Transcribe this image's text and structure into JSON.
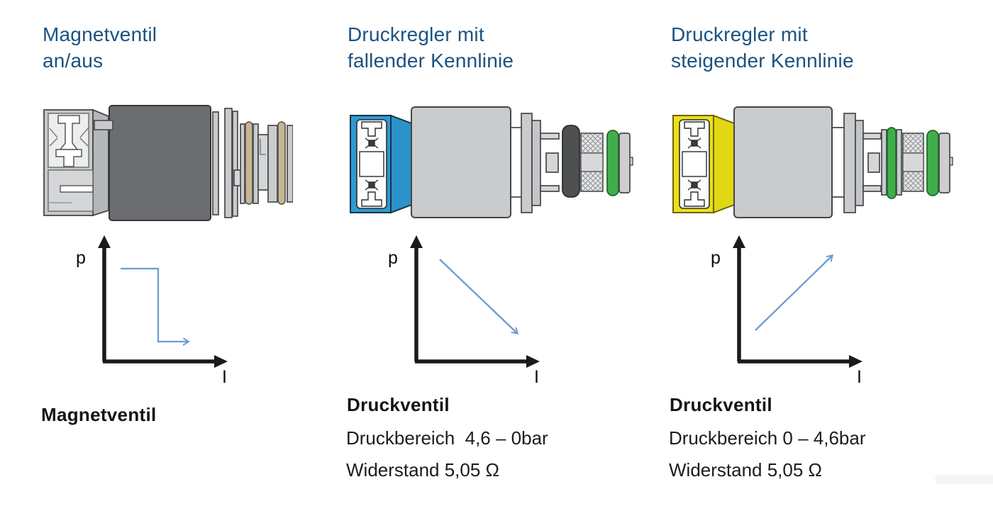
{
  "colors": {
    "title_blue": "#1b5280",
    "body_text": "#1c1c1c",
    "axis_black": "#1a1a1a",
    "curve_blue": "#6d9bd3",
    "valve_dark_gray": "#6b6d70",
    "valve_light_gray": "#c9cbcd",
    "connector_blue": "#2e9ad2",
    "connector_yellow": "#ece017",
    "seal_tan": "#c6b695",
    "seal_green": "#3fae49",
    "seal_dark_gray": "#4d4f51"
  },
  "columns": [
    {
      "title_line1": "Magnetventil",
      "title_line2": "an/aus",
      "valve_type": "on-off-solenoid-valve",
      "graph": {
        "ylabel": "p",
        "xlabel": "I",
        "curve": "step-down-with-arrow"
      },
      "caption_heading": "Magnetventil"
    },
    {
      "title_line1": "Druckregler mit",
      "title_line2": "fallender Kennlinie",
      "valve_type": "pressure-regulator-falling-characteristic",
      "graph": {
        "ylabel": "p",
        "xlabel": "I",
        "curve": "falling-linear-arrow"
      },
      "caption_heading": "Druckventil",
      "spec_line1": "Druckbereich  4,6 – 0bar",
      "spec_line2": "Widerstand 5,05 Ω"
    },
    {
      "title_line1": "Druckregler mit",
      "title_line2": "steigender Kennlinie",
      "valve_type": "pressure-regulator-rising-characteristic",
      "graph": {
        "ylabel": "p",
        "xlabel": "I",
        "curve": "rising-linear-arrow"
      },
      "caption_heading": "Druckventil",
      "spec_line1": "Druckbereich 0 – 4,6bar",
      "spec_line2": "Widerstand 5,05 Ω"
    }
  ],
  "chart_data": [
    {
      "type": "line",
      "title": "Magnetventil an/aus Kennlinie",
      "xlabel": "I",
      "ylabel": "p",
      "axis_values_shown": false,
      "grid": false,
      "series": [
        {
          "name": "p(I)",
          "shape": "step-down",
          "points_norm": [
            [
              0.13,
              0.76
            ],
            [
              0.45,
              0.76
            ],
            [
              0.45,
              0.15
            ],
            [
              0.76,
              0.15
            ]
          ],
          "arrow_end": true,
          "color": "#6d9bd3"
        }
      ]
    },
    {
      "type": "line",
      "title": "fallende Kennlinie",
      "xlabel": "I",
      "ylabel": "p",
      "axis_values_shown": false,
      "grid": false,
      "series": [
        {
          "name": "p(I)",
          "shape": "linear-falling",
          "points_norm": [
            [
              0.19,
              0.83
            ],
            [
              0.85,
              0.2
            ]
          ],
          "arrow_end": true,
          "color": "#6d9bd3"
        }
      ]
    },
    {
      "type": "line",
      "title": "steigende Kennlinie",
      "xlabel": "I",
      "ylabel": "p",
      "axis_values_shown": false,
      "grid": false,
      "series": [
        {
          "name": "p(I)",
          "shape": "linear-rising",
          "points_norm": [
            [
              0.13,
              0.25
            ],
            [
              0.78,
              0.88
            ]
          ],
          "arrow_end": true,
          "color": "#6d9bd3"
        }
      ]
    }
  ]
}
